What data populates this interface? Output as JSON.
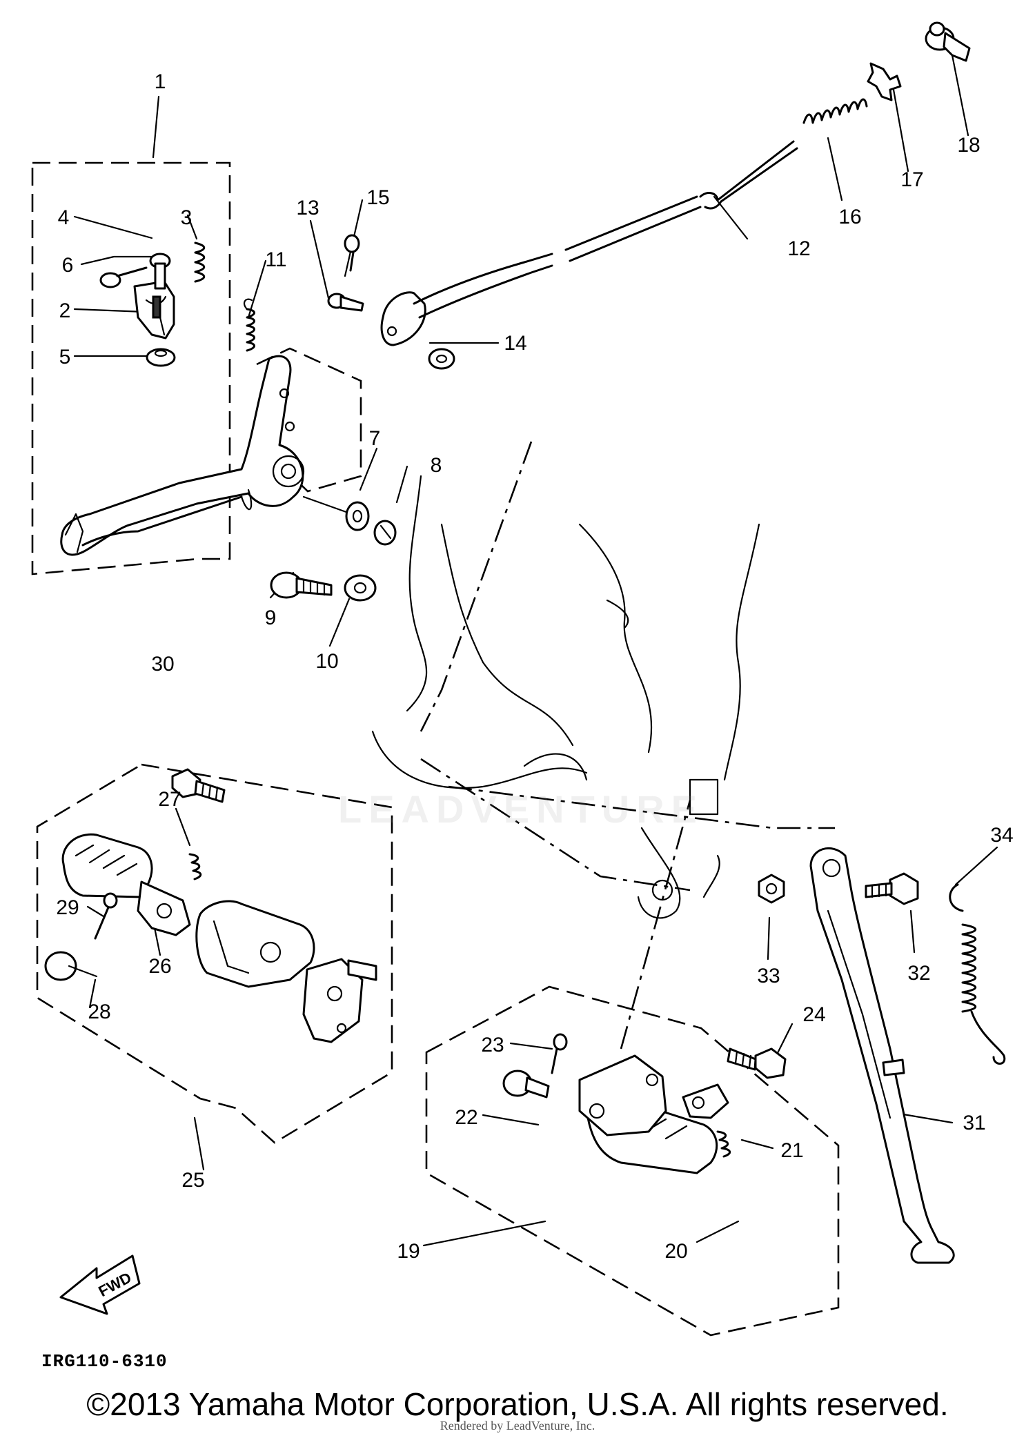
{
  "diagram": {
    "callouts": [
      "1",
      "2",
      "3",
      "4",
      "5",
      "6",
      "7",
      "8",
      "9",
      "10",
      "11",
      "12",
      "13",
      "14",
      "15",
      "16",
      "17",
      "18",
      "19",
      "20",
      "21",
      "22",
      "23",
      "24",
      "25",
      "26",
      "27",
      "28",
      "29",
      "30",
      "31",
      "32",
      "33",
      "34"
    ],
    "fwd_label": "FWD",
    "code": "IRG110-6310",
    "watermark": "LEADVENTURE",
    "copyright": "©2013 Yamaha Motor Corporation, U.S.A. All rights reserved.",
    "rendered_by": "Rendered by LeadVenture, Inc."
  }
}
